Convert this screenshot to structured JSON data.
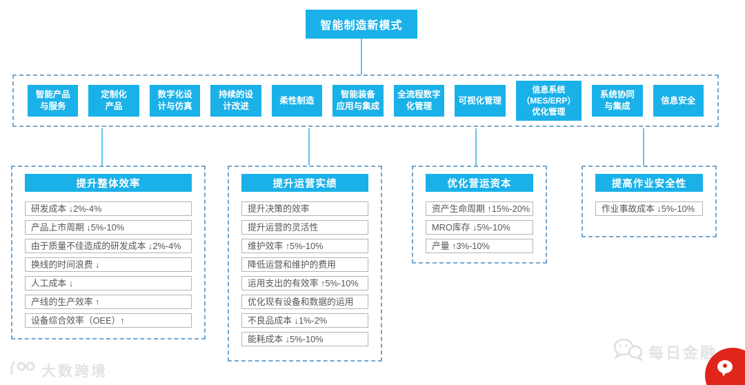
{
  "title": "智能制造新模式",
  "capabilities": [
    "智能产品\n与服务",
    "定制化\n产品",
    "数字化设\n计与仿真",
    "持续的设\n计改进",
    "柔性制造",
    "智能装备\n应用与集成",
    "全流程数字\n化管理",
    "可视化管理",
    "信息系统\n（MES/ERP）\n优化管理",
    "系统协同\n与集成",
    "信息安全"
  ],
  "groups": [
    {
      "header": "提升整体效率",
      "items": [
        "研发成本 ↓2%-4%",
        "产品上市周期 ↓5%-10%",
        "由于质量不佳造成的研发成本 ↓2%-4%",
        "换线的时间浪费 ↓",
        "人工成本 ↓",
        "产线的生产效率 ↑",
        "设备综合效率（OEE）↑"
      ]
    },
    {
      "header": "提升运营实绩",
      "items": [
        "提升决策的效率",
        "提升运营的灵活性",
        "维护效率 ↑5%-10%",
        "降低运营和维护的费用",
        "运用支出的有效率 ↑5%-10%",
        "优化现有设备和数据的运用",
        "不良品成本 ↓1%-2%",
        "能耗成本 ↓5%-10%"
      ]
    },
    {
      "header": "优化营运资本",
      "items": [
        "资产生命周期 ↑15%-20%",
        "MRO库存 ↓5%-10%",
        "产量 ↑3%-10%"
      ]
    },
    {
      "header": "提高作业安全性",
      "items": [
        "作业事故成本 ↓5%-10%"
      ]
    }
  ],
  "footer": {
    "left_logo": "大数跨境",
    "right_logo": "每日金融"
  },
  "colors": {
    "accent_blue": "#1ab1e8",
    "dashed_border": "#74a6cf",
    "connector": "#5ec4ee",
    "item_text": "#555555",
    "badge_red": "#e0251b"
  }
}
